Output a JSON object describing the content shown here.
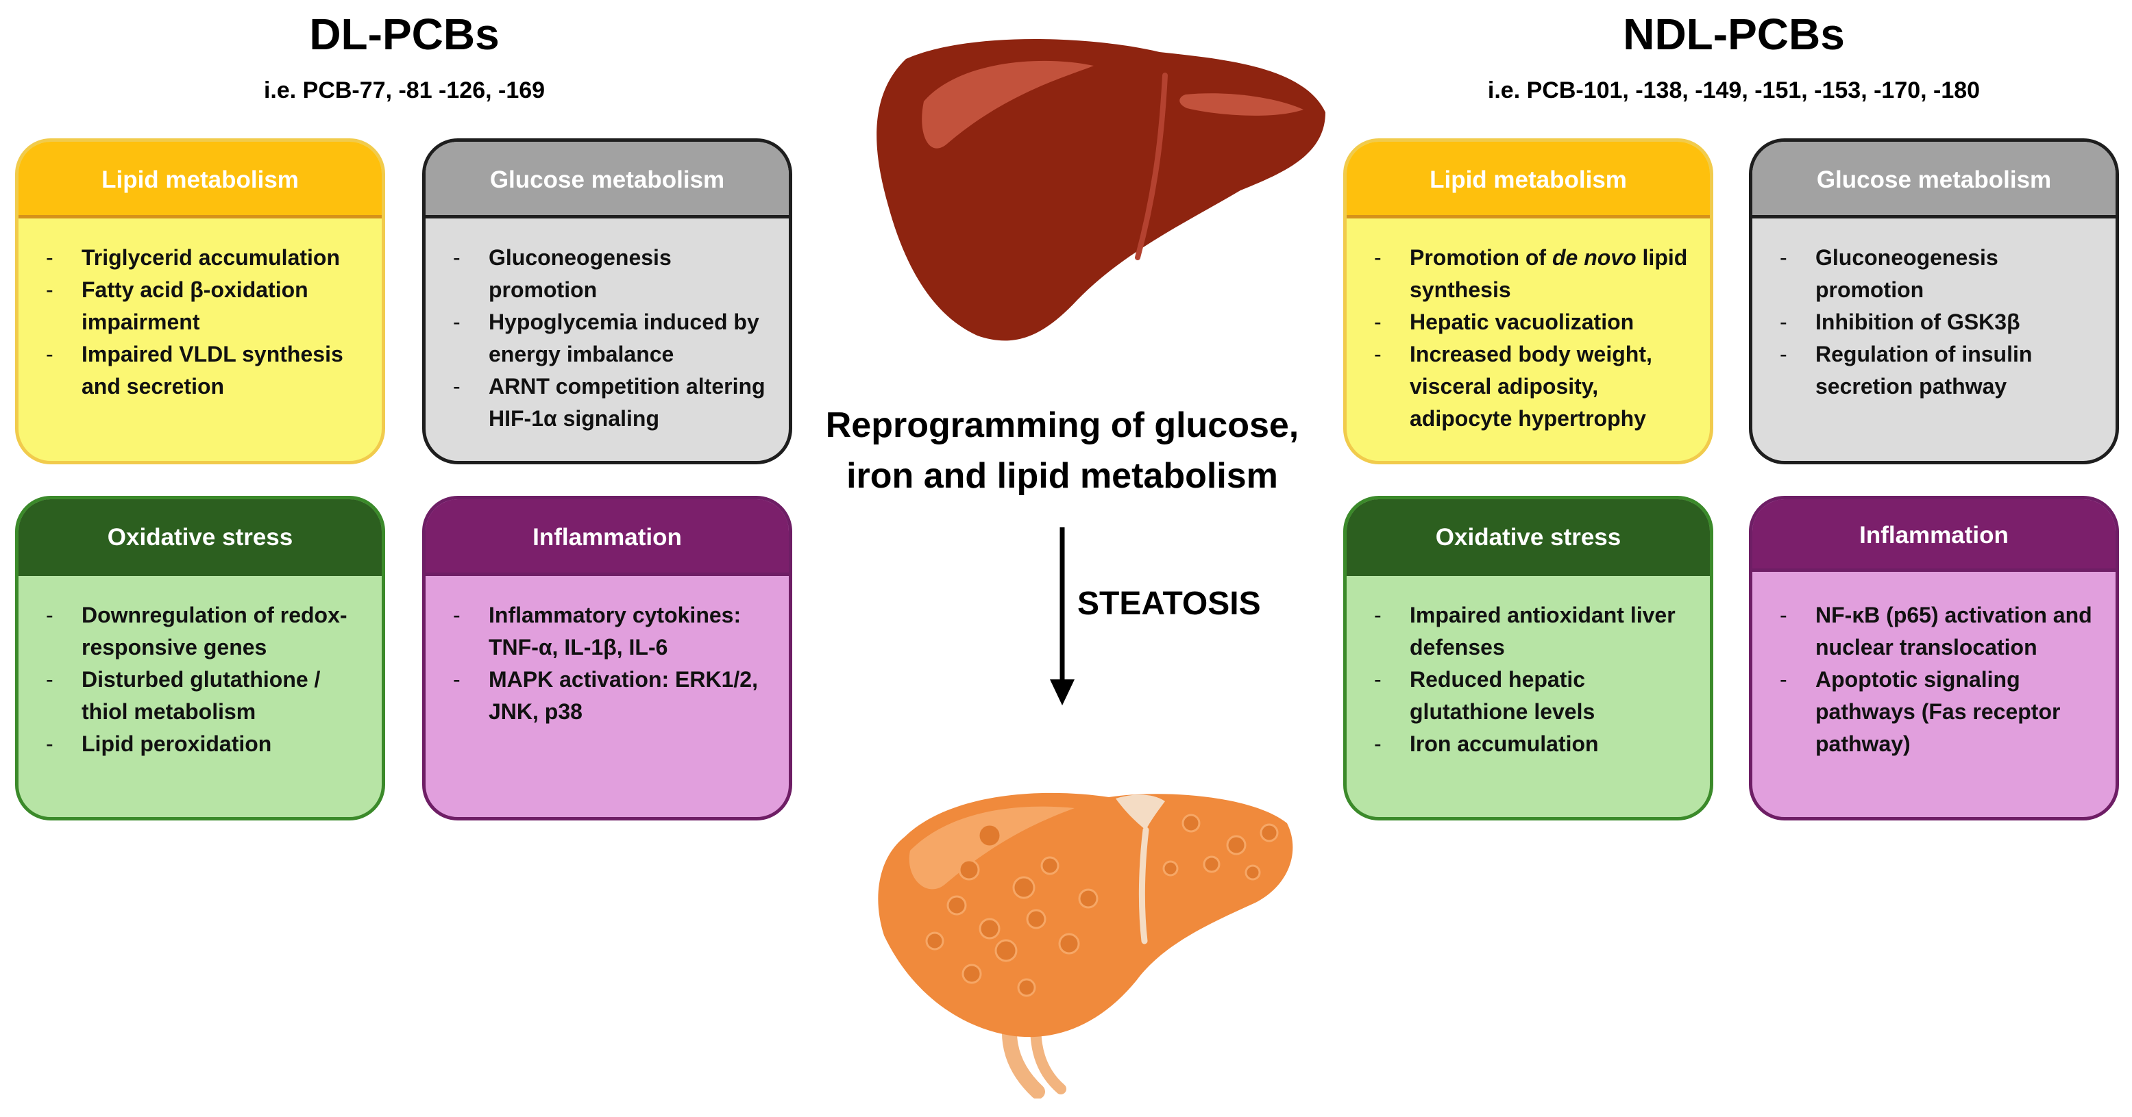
{
  "left": {
    "title": "DL-PCBs",
    "subtitle": "i.e. PCB-77, -81 -126, -169",
    "boxes": {
      "lipid": {
        "header": "Lipid metabolism",
        "items": [
          "Triglycerid accumulation",
          "Fatty acid β-oxidation impairment",
          "Impaired VLDL synthesis and secretion"
        ]
      },
      "glucose": {
        "header": "Glucose metabolism",
        "items": [
          "Gluconeogenesis promotion",
          "Hypoglycemia induced by energy imbalance",
          "ARNT competition altering HIF-1α signaling"
        ]
      },
      "oxidative": {
        "header": "Oxidative stress",
        "items": [
          "Downregulation of redox-responsive genes",
          "Disturbed glutathione / thiol metabolism",
          "Lipid peroxidation"
        ]
      },
      "inflammation": {
        "header": "Inflammation",
        "items": [
          "Inflammatory cytokines: TNF-α, IL-1β, IL-6",
          "MAPK activation: ERK1/2, JNK, p38"
        ]
      }
    }
  },
  "right": {
    "title": "NDL-PCBs",
    "subtitle": "i.e. PCB-101, -138, -149, -151, -153, -170, -180",
    "boxes": {
      "lipid": {
        "header": "Lipid metabolism",
        "items": [
          "Promotion of de novo lipid synthesis",
          "Hepatic vacuolization",
          "Increased body weight, visceral adiposity, adipocyte hypertrophy"
        ]
      },
      "glucose": {
        "header": "Glucose metabolism",
        "items": [
          "Gluconeogenesis promotion",
          "Inhibition of GSK3β",
          "Regulation of insulin secretion pathway"
        ]
      },
      "oxidative": {
        "header": "Oxidative stress",
        "items": [
          "Impaired antioxidant liver defenses",
          "Reduced hepatic glutathione levels",
          "Iron accumulation"
        ]
      },
      "inflammation": {
        "header": "Inflammation",
        "items": [
          "NF-κB (p65) activation and nuclear translocation",
          "Apoptotic signaling pathways (Fas receptor pathway)"
        ]
      }
    }
  },
  "center": {
    "line1": "Reprogramming of glucose,",
    "line2": "iron and lipid metabolism",
    "arrow_label": "STEATOSIS"
  },
  "icons": {
    "healthy_liver": "healthy-liver-icon",
    "fatty_liver": "fatty-liver-icon",
    "arrow": "down-arrow-icon"
  },
  "colors": {
    "lipid_header": "#fec00d",
    "lipid_body": "#fbf773",
    "glucose_header": "#a2a2a2",
    "glucose_body": "#dcdcdc",
    "oxidative_header": "#2c5f1f",
    "oxidative_body": "#b7e4a5",
    "inflammation_header": "#7b1f6b",
    "inflammation_body": "#e19fdd",
    "healthy_liver": "#8e2410",
    "fatty_liver": "#f08a3c"
  }
}
